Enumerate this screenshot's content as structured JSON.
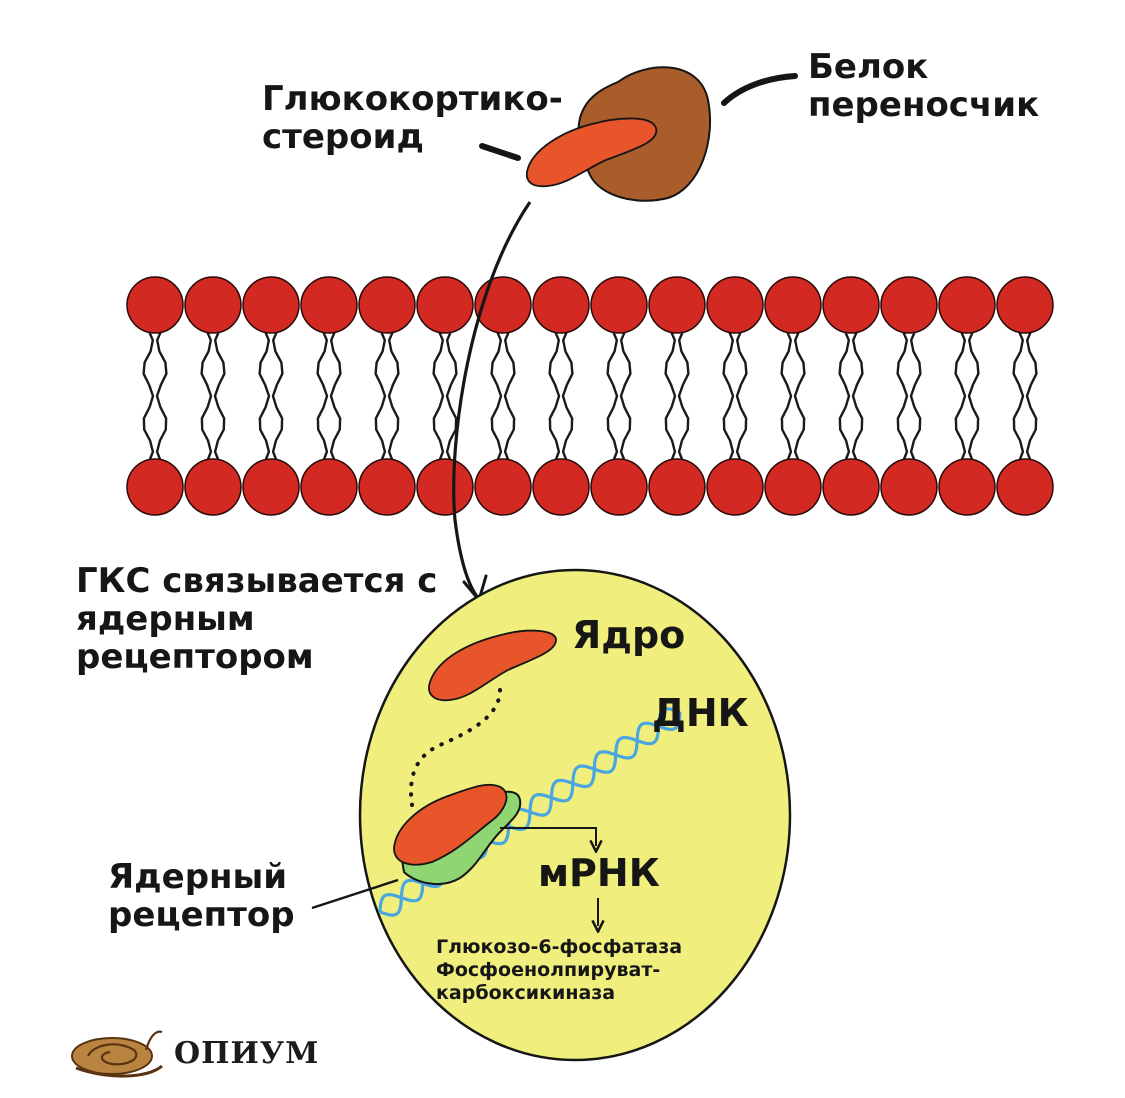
{
  "labels": {
    "glucocorticoid": [
      "Глюкокортико-",
      "стероид"
    ],
    "carrier_protein": [
      "Белок",
      "переносчик"
    ],
    "gcs_binds": [
      "ГКС связывается с",
      "ядерным",
      "рецептором"
    ],
    "nucleus": "Ядро",
    "dna": "ДНК",
    "mrna": "мРНК",
    "nuclear_receptor": [
      "Ядерный",
      "рецептор"
    ],
    "enzymes": [
      "Глюкозо-6-фосфатаза",
      "Фосфоенолпируват-",
      "карбоксикиназа"
    ]
  },
  "logo": {
    "text": "ОПИУМ"
  },
  "colors": {
    "phospholipid_head": "#d22a22",
    "carrier_protein": "#a85d2a",
    "steroid": "#e8552a",
    "nucleus_fill": "#f0ef7e",
    "dna": "#4aa6e0",
    "receptor": "#8fd572",
    "ink": "#161616"
  }
}
